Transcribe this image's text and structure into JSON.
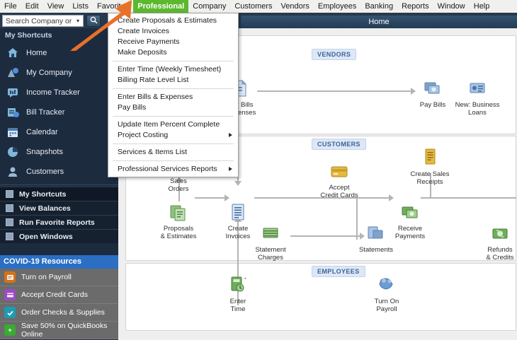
{
  "app": {
    "window_title": "Home",
    "accent_green": "#5cb82e",
    "sidebar_bg": "#1d2b3f",
    "title_bar_bg": "#27394f",
    "section_tag_bg": "#dde7f5",
    "section_tag_fg": "#3c6399",
    "covid_bar_bg": "#2a6fc4",
    "annotation_arrow_color": "#e8702a"
  },
  "menubar": {
    "items": [
      {
        "label": "File",
        "accel": "F",
        "active": false
      },
      {
        "label": "Edit",
        "accel": "E",
        "active": false
      },
      {
        "label": "View",
        "accel": "V",
        "active": false
      },
      {
        "label": "Lists",
        "accel": "L",
        "active": false
      },
      {
        "label": "Favorites",
        "accel": "a",
        "active": false
      },
      {
        "label": "Professional",
        "accel": "P",
        "active": true
      },
      {
        "label": "Company",
        "accel": "C",
        "active": false
      },
      {
        "label": "Customers",
        "accel": "u",
        "active": false
      },
      {
        "label": "Vendors",
        "accel": "o",
        "active": false
      },
      {
        "label": "Employees",
        "accel": "y",
        "active": false
      },
      {
        "label": "Banking",
        "accel": "B",
        "active": false
      },
      {
        "label": "Reports",
        "accel": "R",
        "active": false
      },
      {
        "label": "Window",
        "accel": "W",
        "active": false
      },
      {
        "label": "Help",
        "accel": "H",
        "active": false
      }
    ]
  },
  "search": {
    "placeholder": "Search Company or Help",
    "value": "Search Company or Help",
    "dropdown_caret": "▾",
    "button_icon": "search-icon"
  },
  "dropdown": {
    "owner": "Professional",
    "groups": [
      {
        "items": [
          {
            "label": "Create Proposals & Estimates",
            "submenu": false
          },
          {
            "label": "Create Invoices",
            "submenu": false
          },
          {
            "label": "Receive Payments",
            "submenu": false
          },
          {
            "label": "Make Deposits",
            "submenu": false
          }
        ]
      },
      {
        "items": [
          {
            "label": "Enter Time (Weekly Timesheet)",
            "submenu": false
          },
          {
            "label": "Billing Rate Level List",
            "submenu": false
          }
        ]
      },
      {
        "items": [
          {
            "label": "Enter Bills & Expenses",
            "submenu": false
          },
          {
            "label": "Pay Bills",
            "submenu": false
          }
        ]
      },
      {
        "items": [
          {
            "label": "Update Item Percent Complete",
            "submenu": false
          },
          {
            "label": "Project Costing",
            "submenu": true
          }
        ]
      },
      {
        "items": [
          {
            "label": "Services & Items List",
            "submenu": false
          }
        ]
      },
      {
        "items": [
          {
            "label": "Professional Services Reports",
            "submenu": true
          }
        ]
      }
    ]
  },
  "sidebar": {
    "header": "My Shortcuts",
    "shortcuts": [
      {
        "label": "Home",
        "icon": "home-icon"
      },
      {
        "label": "My Company",
        "icon": "company-icon"
      },
      {
        "label": "Income Tracker",
        "icon": "income-tracker-icon"
      },
      {
        "label": "Bill Tracker",
        "icon": "bill-tracker-icon"
      },
      {
        "label": "Calendar",
        "icon": "calendar-icon"
      },
      {
        "label": "Snapshots",
        "icon": "snapshots-pie-icon"
      },
      {
        "label": "Customers",
        "icon": "customers-person-icon"
      }
    ],
    "sections": [
      {
        "label": "My Shortcuts",
        "icon": "shortcuts-icon",
        "selected": true
      },
      {
        "label": "View Balances",
        "icon": "balances-icon",
        "selected": false
      },
      {
        "label": "Run Favorite Reports",
        "icon": "reports-icon",
        "selected": false
      },
      {
        "label": "Open Windows",
        "icon": "windows-icon",
        "selected": false
      }
    ],
    "covid_header": "COVID-19 Resources",
    "promos": [
      {
        "label": "Turn on Payroll",
        "icon": "payroll-icon",
        "color": "#d4731c"
      },
      {
        "label": "Accept Credit Cards",
        "icon": "credit-card-icon",
        "color": "#9b4bc4"
      },
      {
        "label": "Order Checks & Supplies",
        "icon": "checks-icon",
        "color": "#1f9ab5"
      },
      {
        "label": "Save 50% on QuickBooks Online",
        "icon": "plus-icon",
        "color": "#3aaa35"
      }
    ]
  },
  "workflow": {
    "sections": [
      {
        "tag": "VENDORS"
      },
      {
        "tag": "CUSTOMERS"
      },
      {
        "tag": "EMPLOYEES"
      }
    ],
    "vendors": [
      {
        "label": "Enter Bills\n& Expenses",
        "label_l1": "Enter Bills",
        "label_l2": "& Expenses",
        "icon": "enter-bills-icon"
      },
      {
        "label": "Pay Bills",
        "label_l1": "Pay Bills",
        "label_l2": "",
        "icon": "pay-bills-icon"
      },
      {
        "label": "New: Business Loans",
        "label_l1": "New: Business",
        "label_l2": "Loans",
        "icon": "business-loans-icon"
      }
    ],
    "customers": [
      {
        "label": "Sales Orders",
        "label_l1": "Sales",
        "label_l2": "Orders",
        "icon": "sales-orders-icon"
      },
      {
        "label": "Proposals & Estimates",
        "label_l1": "Proposals",
        "label_l2": "& Estimates",
        "icon": "proposals-estimates-icon"
      },
      {
        "label": "Create Invoices",
        "label_l1": "Create",
        "label_l2": "Invoices",
        "icon": "create-invoices-icon"
      },
      {
        "label": "Accept Credit Cards",
        "label_l1": "Accept",
        "label_l2": "Credit Cards",
        "icon": "accept-credit-cards-icon"
      },
      {
        "label": "Create Sales Receipts",
        "label_l1": "Create Sales",
        "label_l2": "Receipts",
        "icon": "create-sales-receipts-icon"
      },
      {
        "label": "Receive Payments",
        "label_l1": "Receive",
        "label_l2": "Payments",
        "icon": "receive-payments-icon"
      },
      {
        "label": "Statement Charges",
        "label_l1": "Statement",
        "label_l2": "Charges",
        "icon": "statement-charges-icon"
      },
      {
        "label": "Statements",
        "label_l1": "Statements",
        "label_l2": "",
        "icon": "statements-icon"
      },
      {
        "label": "Refunds & Credits",
        "label_l1": "Refunds",
        "label_l2": "& Credits",
        "icon": "refunds-credits-icon"
      }
    ],
    "employees": [
      {
        "label": "Enter Time",
        "label_l1": "Enter",
        "label_l2": "Time",
        "icon": "enter-time-icon"
      },
      {
        "label": "Turn On Payroll",
        "label_l1": "Turn On",
        "label_l2": "Payroll",
        "icon": "turn-on-payroll-icon"
      }
    ]
  }
}
